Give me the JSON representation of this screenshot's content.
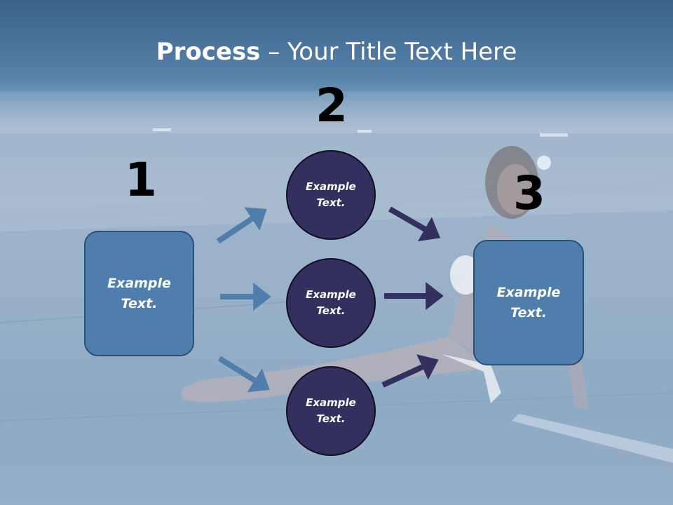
{
  "title": {
    "bold": "Process",
    "rest": " – Your Title Text Here"
  },
  "steps": [
    {
      "number": "1",
      "text": "Example Text."
    },
    {
      "number": "2",
      "items": [
        "Example Text.",
        "Example Text.",
        "Example Text."
      ]
    },
    {
      "number": "3",
      "text": "Example Text."
    }
  ],
  "colors": {
    "box_fill": "#4f7eac",
    "circle_fill": "#33305f",
    "arrow_light": "#4f7eac",
    "arrow_dark": "#33305f"
  }
}
